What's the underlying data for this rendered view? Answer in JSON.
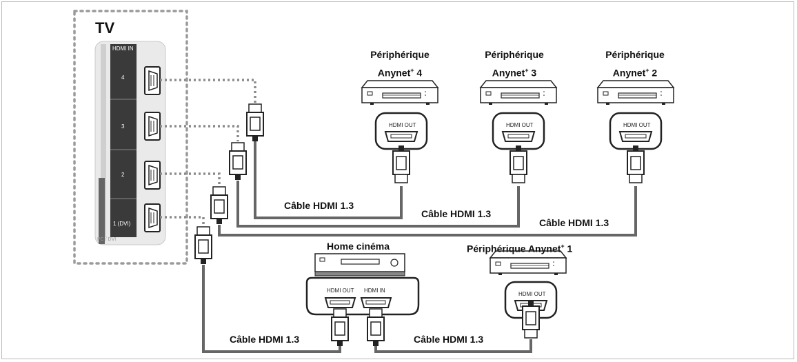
{
  "tv": {
    "title": "TV",
    "hdmi_in_label": "HDMI IN",
    "pc_dvi_label": "PC / DVI",
    "ports": [
      "4",
      "3",
      "2",
      "1 (DVI)"
    ]
  },
  "devices": {
    "anynet4": {
      "line1": "Périphérique",
      "line2a": "Anynet",
      "sup": "+",
      "line2b": " 4"
    },
    "anynet3": {
      "line1": "Périphérique",
      "line2a": "Anynet",
      "sup": "+",
      "line2b": " 3"
    },
    "anynet2": {
      "line1": "Périphérique",
      "line2a": "Anynet",
      "sup": "+",
      "line2b": " 2"
    },
    "home_cinema": "Home cinéma",
    "anynet1": {
      "a": "Périphérique Anynet",
      "sup": "+",
      "b": " 1"
    }
  },
  "port_labels": {
    "hdmi_out": "HDMI OUT",
    "hdmi_in": "HDMI IN"
  },
  "cables": {
    "label": "Câble HDMI 1.3"
  }
}
